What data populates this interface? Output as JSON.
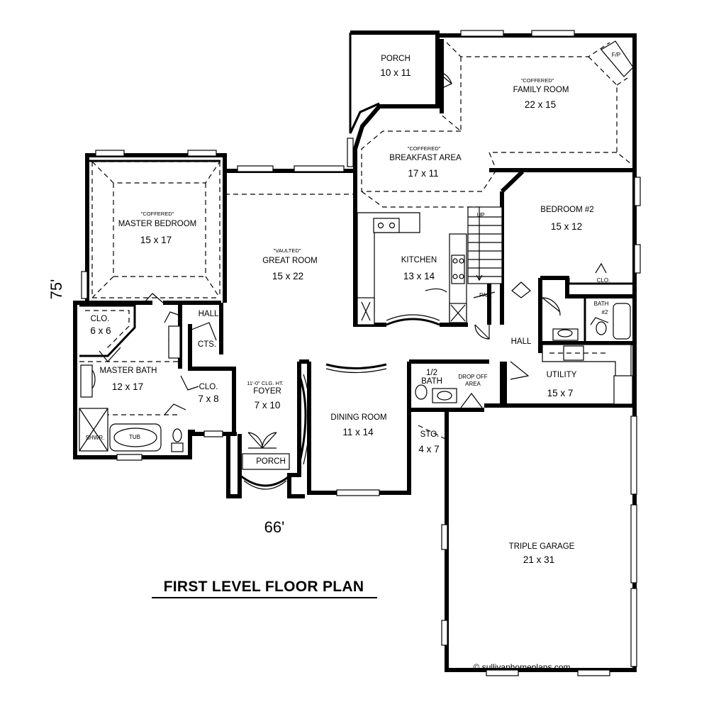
{
  "rooms": {
    "porch_rear": {
      "name": "PORCH",
      "dim": "10 x 11"
    },
    "family_room": {
      "note": "\"COFFERED\"",
      "name": "FAMILY ROOM",
      "dim": "22 x 15",
      "fireplace": "F/P"
    },
    "breakfast": {
      "note": "\"COFFERED\"",
      "name": "BREAKFAST AREA",
      "dim": "17 x 11"
    },
    "master_bedroom": {
      "note": "\"COFFERED\"",
      "name": "MASTER BEDROOM",
      "dim": "15 x 17"
    },
    "great_room": {
      "note": "\"VAULTED\"",
      "name": "GREAT ROOM",
      "dim": "15 x 22"
    },
    "kitchen": {
      "name": "KITCHEN",
      "dim": "13 x 14",
      "stair": "UP",
      "pantry": "PAN."
    },
    "bedroom2": {
      "name": "BEDROOM #2",
      "dim": "15 x 12"
    },
    "bed2_closet": {
      "name": "CLO."
    },
    "bath2": {
      "name": "BATH",
      "num": "#2"
    },
    "hall_east": {
      "name": "HALL"
    },
    "utility": {
      "name": "UTILITY",
      "dim": "15 x 7"
    },
    "master_closet": {
      "name": "CLO.",
      "dim": "6 x 6"
    },
    "hall_west": {
      "name": "HALL"
    },
    "cts": {
      "name": "CTS."
    },
    "master_bath": {
      "name": "MASTER BATH",
      "dim": "12 x 17",
      "shower": "SHWR.",
      "tub": "TUB"
    },
    "closet_7x8": {
      "name": "CLO.",
      "dim": "7 x 8"
    },
    "foyer": {
      "note": "11'-0\" CLG. HT.",
      "name": "FOYER",
      "dim": "7 x 10"
    },
    "porch_front": {
      "name": "PORCH"
    },
    "dining": {
      "name": "DINING ROOM",
      "dim": "11 x 14"
    },
    "half_bath": {
      "name1": "1/2",
      "name2": "BATH"
    },
    "drop_off": {
      "name1": "DROP OFF",
      "name2": "AREA"
    },
    "storage": {
      "name": "STO.",
      "dim": "4 x 7"
    },
    "garage": {
      "name": "TRIPLE GARAGE",
      "dim": "21 x 31"
    }
  },
  "dimensions": {
    "width": "66'",
    "depth": "75'"
  },
  "title": "FIRST LEVEL FLOOR PLAN",
  "credit": "© sullivanhomeplans.com"
}
